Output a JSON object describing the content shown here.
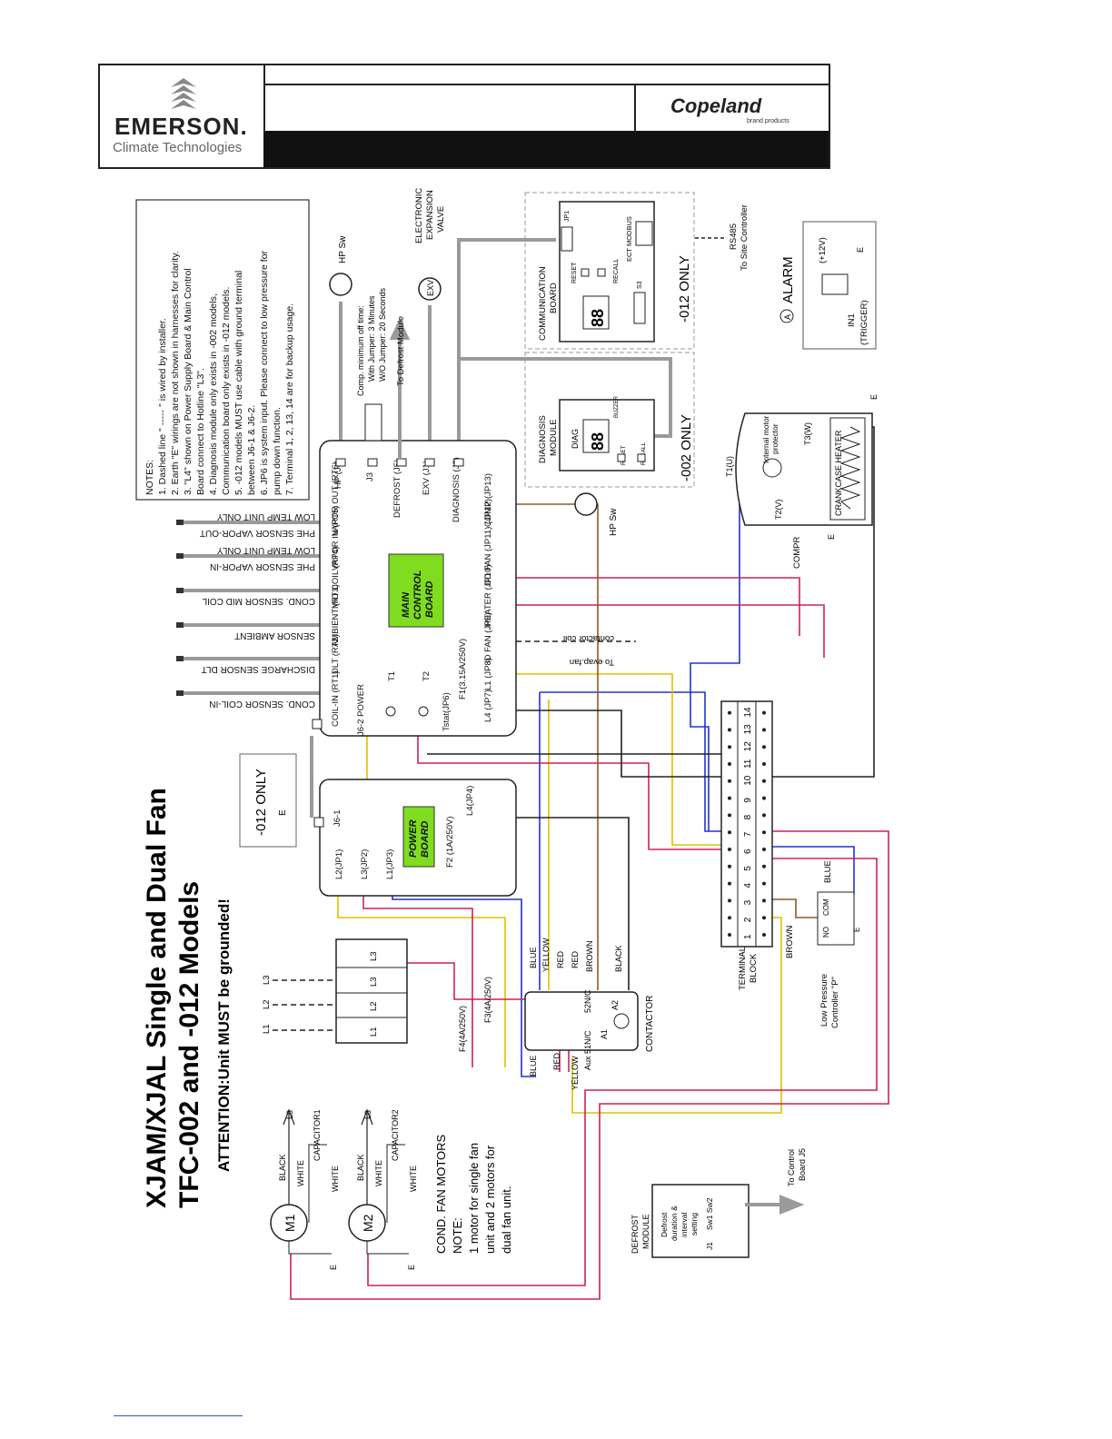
{
  "header": {
    "brand_name": "EMERSON.",
    "brand_sub": "Climate Technologies",
    "partner_name": "Copeland",
    "partner_sub": "brand products"
  },
  "title": {
    "line1": "XJAM/XJAL Single and Dual Fan",
    "line2": "TFC-002 and -012 Models",
    "attention": "ATTENTION:Unit MUST be grounded!"
  },
  "notes": [
    "NOTES:",
    "1. Dashed line \" ----- \" is wired by installer.",
    "2. Earth \"E\" wirings are not shown  in harnesses for clarity.",
    "3. \"L4\" shown on Power Supply Board & Main Control",
    "    Board connect to Hotline \"L3\".",
    "4. Diagnosis module only exists in -002 models,",
    "    Communication board only exists in -012 models.",
    "5. -012 models MUST use cable with ground terminal",
    "    between J6-1 & J6-2.",
    "6. JP6 is system input. Please connect to low pressure for",
    "    pump down function.",
    "7. Terminal 1, 2, 13, 14 are for backup usage."
  ],
  "main_board": {
    "label1": "MAIN",
    "label2": "CONTROL",
    "label3": "BOARD",
    "connectors": [
      "COIL-IN (RT1)",
      "DLT (RT2)",
      "AMBIENT (RT3)",
      "MID COIL (RT4)",
      "VAPOR IN (RT5)",
      "VAPOR OUT (RT6)"
    ],
    "inputs": [
      "HP (J4)",
      "J3",
      "DEFROST (J5)",
      "EXV (J1)",
      "DIAGNOSIS (J2)"
    ],
    "outputs": [
      "COMP (JP13)",
      "OD FAN (JP11) (JP12)",
      "HEATER (JP10)",
      "ID FAN (JP9)",
      "L1 (JP8)",
      "L4 (JP7)"
    ],
    "fuse": "F1(3.15A/250V)",
    "tstat": "Tstat(JP6)",
    "power": "J6-2 POWER",
    "t1": "T1",
    "t2": "T2"
  },
  "sensors": [
    "LOW TEMP UNIT ONLY",
    "PHE SENSOR VAPOR-OUT",
    "LOW TEMP UNIT ONLY",
    "PHE SENSOR VAPOR-IN",
    "COND. SENSOR MID COIL",
    "SENSOR AMBIENT",
    "DISCHARGE SENSOR DLT",
    "COND. SENSOR COIL-IN"
  ],
  "power_board": {
    "label1": "POWER",
    "label2": "BOARD",
    "j61": "J6-1",
    "l4": "L4(JP4)",
    "l2": "L2(JP1)",
    "l3": "L3(JP2)",
    "l1": "L1(JP3)",
    "fuse": "F2 (1A/250V)",
    "only": "-012 ONLY",
    "e": "E"
  },
  "comp_notes": {
    "comp_min": "Comp. minimum off time:",
    "with_j": "With Jumper: 3 Minutes",
    "wo_j": "W/O Jumper: 20 Seconds",
    "to_defrost": "To Defrost Module",
    "hp_sw": "HP Sw",
    "exv_label1": "ELECTRONIC",
    "exv_label2": "EXPANSION",
    "exv_label3": "VALVE",
    "exv": "EXV"
  },
  "comm_board": {
    "title1": "COMMUNICATION",
    "title2": "BOARD",
    "reset": "RESET",
    "recall": "RECALL",
    "ect": "ECT MODBUS",
    "s3": "S3",
    "jp1": "JP1",
    "digits": "88",
    "only": "-012 ONLY",
    "rs485": "RS485",
    "to_site": "To Site Controller"
  },
  "diag_module": {
    "title1": "DIAGNOSIS",
    "title2": "MODULE",
    "diag": "DIAG",
    "digits": "88",
    "reset": "RESET",
    "recall": "RECALL",
    "buzzer": "BUZZER",
    "only": "-002 ONLY"
  },
  "alarm": {
    "a": "A",
    "label": "ALARM",
    "v12": "(+12V)",
    "in1": "IN1",
    "trigger": "(TRIGGER)",
    "e": "E"
  },
  "compressor": {
    "t1": "T1(U)",
    "t2": "T2(V)",
    "t3": "T3(W)",
    "prot1": "Internal motor",
    "prot2": "protector",
    "heater": "CRANKCASE HEATER",
    "compr": "COMPR",
    "e": "E",
    "hp_sw": "HP Sw"
  },
  "terminal_block": {
    "numbers": [
      "1",
      "2",
      "3",
      "4",
      "5",
      "6",
      "7",
      "8",
      "9",
      "10",
      "11",
      "12",
      "13",
      "14"
    ],
    "label1": "TERMINAL",
    "label2": "BLOCK"
  },
  "low_pressure": {
    "blue": "BLUE",
    "brown": "BROWN",
    "com": "COM",
    "no": "NO",
    "e": "E",
    "label1": "Low Pressure",
    "label2": "Controller \"P\""
  },
  "contactor": {
    "label": "CONTACTOR",
    "a1": "A1",
    "a2": "A2",
    "aux": "Aux 51N/C",
    "n52": "52N/C",
    "f3": "F3(4A/250V)",
    "f4": "F4(4A/250V)",
    "wires": [
      "BLUE",
      "YELLOW",
      "RED",
      "RED",
      "BROWN",
      "BLACK"
    ],
    "bottom_wires": [
      "BLUE",
      "RED",
      "YELLOW"
    ]
  },
  "mains": {
    "l1": "L1",
    "l2": "L2",
    "l3": "L3"
  },
  "fans": {
    "m1": "M1",
    "m2": "M2",
    "black": "BLACK",
    "white": "WHITE",
    "cap1": "CAPACITOR1",
    "cap2": "CAPACITOR2",
    "l3": "L3",
    "e": "E",
    "heading": "COND. FAN MOTORS",
    "note": "NOTE:",
    "n1": "1 motor for single fan",
    "n2": "unit and 2 motors for",
    "n3": "dual fan unit."
  },
  "defrost": {
    "title1": "DEFROST",
    "title2": "MODULE",
    "d1": "Defrost",
    "d2": "duration &",
    "d3": "interval",
    "d4": "setting",
    "sw": "Sw1 Sw2",
    "j1": "J1",
    "to1": "To Control",
    "to2": "Board J5"
  },
  "evap": {
    "l1": "To evap.fan",
    "l2": "contactor coil"
  }
}
